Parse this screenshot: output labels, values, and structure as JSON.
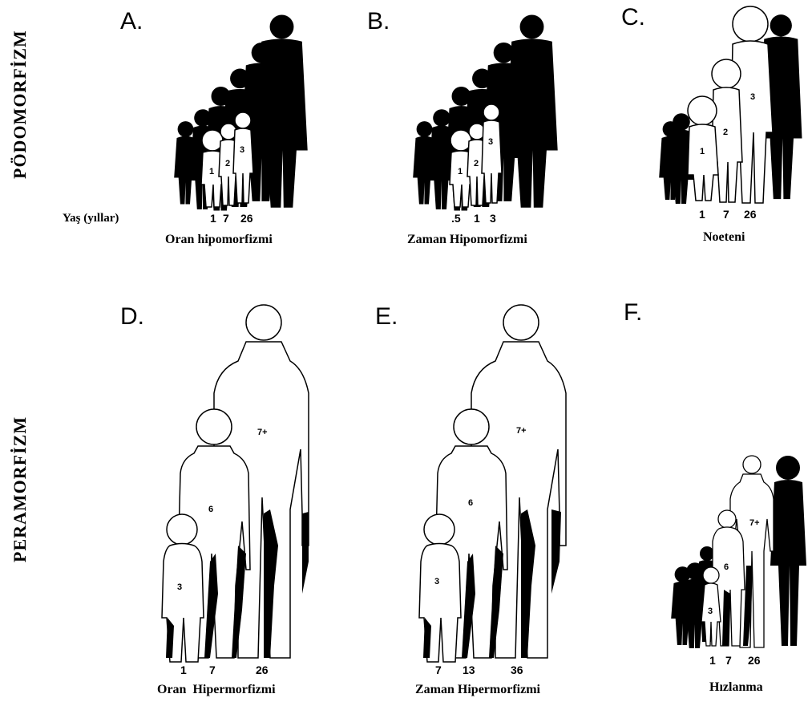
{
  "groups": {
    "top": "PÖDOMORFİZM",
    "bottom": "PERAMORFİZM"
  },
  "age_label": "Yaş (yıllar)",
  "panels": [
    {
      "letter": "A.",
      "caption": "Oran hipomorfizmi",
      "ages": [
        "1",
        "7",
        "26"
      ],
      "numbers": [
        "1",
        "2",
        "3"
      ]
    },
    {
      "letter": "B.",
      "caption": "Zaman Hipomorfizmi",
      "ages": [
        ".5",
        "1",
        "3"
      ],
      "numbers": [
        "1",
        "2",
        "3"
      ]
    },
    {
      "letter": "C.",
      "caption": "Noeteni",
      "ages": [
        "1",
        "7",
        "26"
      ],
      "numbers": [
        "1",
        "2",
        "3"
      ]
    },
    {
      "letter": "D.",
      "caption": "Oran  Hipermorfizmi",
      "ages": [
        "1",
        "7",
        "26"
      ],
      "numbers": [
        "3",
        "6",
        "7+"
      ]
    },
    {
      "letter": "E.",
      "caption": "Zaman Hipermorfizmi",
      "ages": [
        "7",
        "13",
        "36"
      ],
      "numbers": [
        "3",
        "6",
        "7+"
      ]
    },
    {
      "letter": "F.",
      "caption": "Hızlanma",
      "ages": [
        "1",
        "7",
        "26"
      ],
      "numbers": [
        "3",
        "6",
        "7+"
      ]
    }
  ],
  "colors": {
    "silhouette": "#000000",
    "outline": "#000000",
    "fill": "#ffffff"
  }
}
